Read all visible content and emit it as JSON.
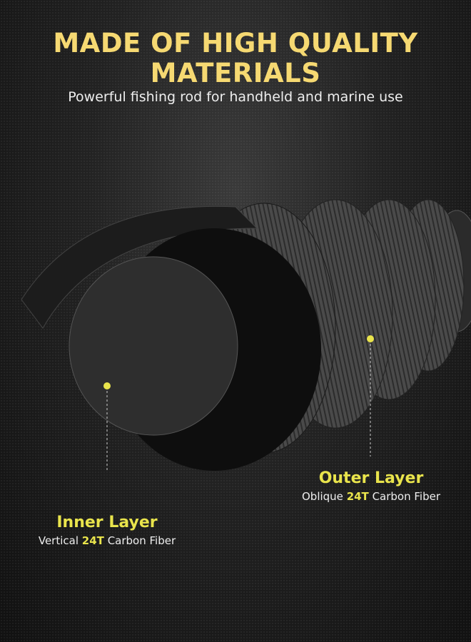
{
  "headline": {
    "line1": "MADE OF HIGH QUALITY",
    "line2": "MATERIALS"
  },
  "subtitle": "Powerful fishing rod for handheld and marine use",
  "outer_layer": {
    "title": "Outer Layer",
    "prefix": "Oblique",
    "highlight": "24T",
    "suffix": "Carbon Fiber"
  },
  "inner_layer": {
    "title": "Inner Layer",
    "prefix": "Vertical",
    "highlight": "24T",
    "suffix": "Carbon Fiber"
  },
  "colors": {
    "headline": "#f6d972",
    "accent": "#e9e44c"
  }
}
